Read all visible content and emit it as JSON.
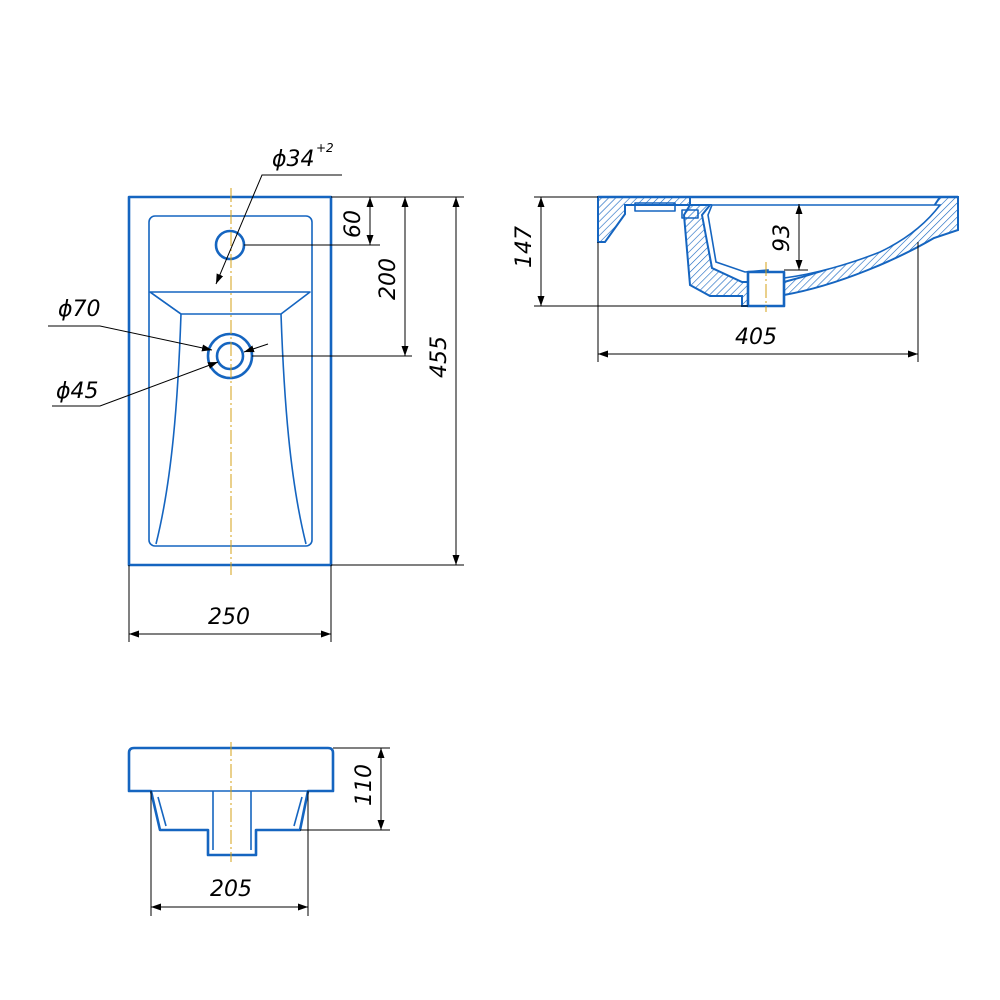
{
  "colors": {
    "outline": "#1565c0",
    "dimension": "#000000",
    "centerline": "#d4a017",
    "background": "#ffffff"
  },
  "top_view": {
    "faucet_hole_diameter": "ϕ34",
    "faucet_hole_tolerance": "+2",
    "drain_outer_diameter": "ϕ70",
    "drain_inner_diameter": "ϕ45",
    "overall_width": "250",
    "overall_length": "455",
    "faucet_offset": "60",
    "drain_offset": "200"
  },
  "side_section": {
    "height": "147",
    "bowl_depth": "93",
    "length": "405"
  },
  "front_view": {
    "height": "110",
    "bottom_width": "205"
  }
}
